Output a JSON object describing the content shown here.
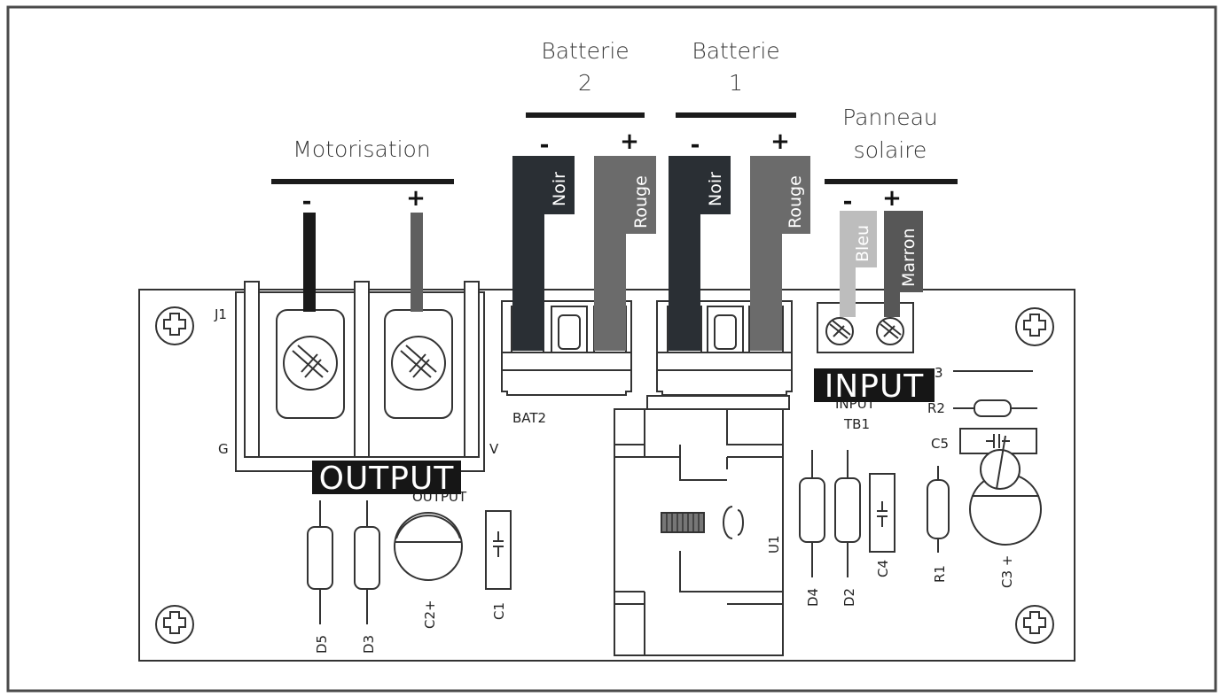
{
  "headings": {
    "motor": "Motorisation",
    "bat2_l1": "Batterie",
    "bat2_l2": "2",
    "bat1_l1": "Batterie",
    "bat1_l2": "1",
    "panel_l1": "Panneau",
    "panel_l2": "solaire"
  },
  "signs": {
    "minus": "-",
    "plus": "+"
  },
  "wires": {
    "black": "Noir",
    "red": "Rouge",
    "blue": "Bleu",
    "brown": "Marron"
  },
  "board_labels": {
    "j1": "J1",
    "g": "G",
    "v": "V",
    "output_main": "OUTPUT",
    "output_ghost": "OUTPUT",
    "bat2": "BAT2",
    "input_main": "INPUT",
    "input_ghost": "INPUT",
    "tb1": "TB1",
    "r3": "3",
    "r2": "R2",
    "c5": "C5",
    "d5": "D5",
    "d3": "D3",
    "c2": "C2+",
    "c1": "C1",
    "u1": "U1",
    "d4": "D4",
    "d2": "D2",
    "c4": "C4",
    "r1": "R1",
    "c3": "C3 +"
  },
  "colors": {
    "black_wire": "#1a1a1a",
    "red_wire": "#5f5f5f",
    "noir_strip": "#2a2f34",
    "rouge_strip": "#6b6b6b",
    "blue_strip": "#bdbdbd",
    "brown_strip": "#575757",
    "label_bg": "#161616",
    "outline": "#333333"
  }
}
